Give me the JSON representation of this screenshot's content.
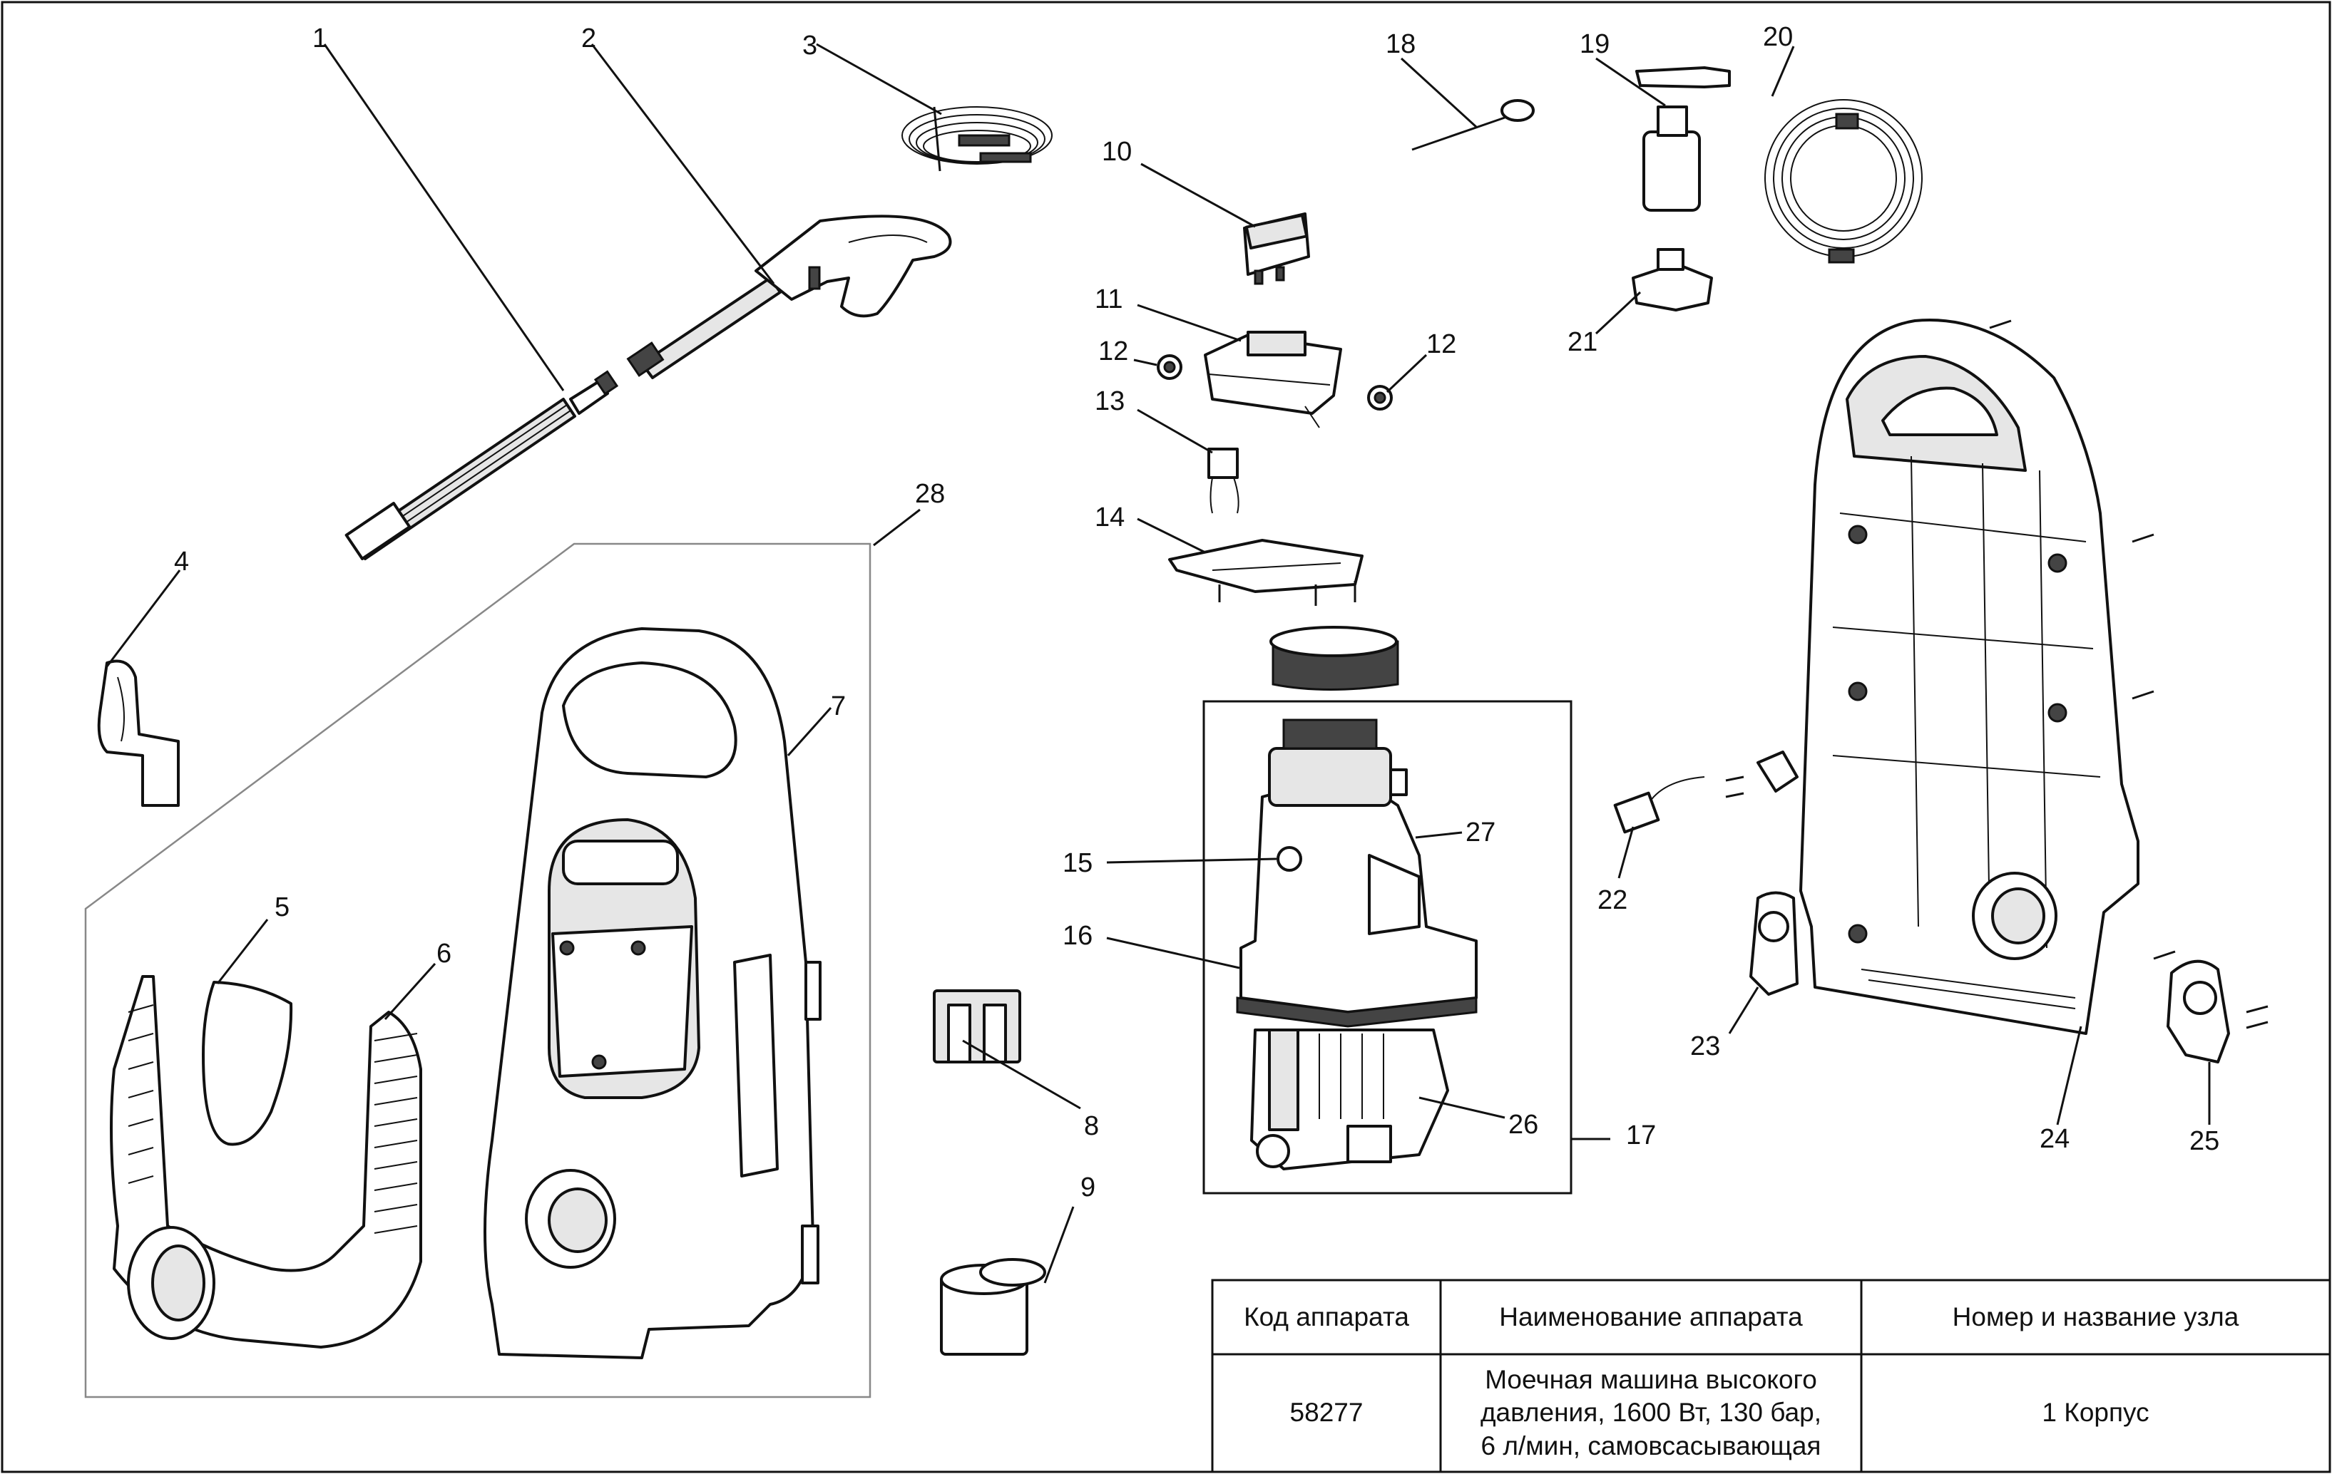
{
  "callouts": [
    "1",
    "2",
    "3",
    "4",
    "5",
    "6",
    "7",
    "8",
    "9",
    "10",
    "11",
    "12",
    "12",
    "13",
    "14",
    "15",
    "16",
    "17",
    "18",
    "19",
    "20",
    "21",
    "22",
    "23",
    "24",
    "25",
    "26",
    "27",
    "28"
  ],
  "table": {
    "headers": [
      "Код аппарата",
      "Наименование аппарата",
      "Номер и название узла"
    ],
    "row": {
      "code": "58277",
      "name_lines": [
        "Моечная машина высокого",
        "давления, 1600 Вт, 130 бар,",
        "6 л/мин, самовсасывающая"
      ],
      "unit": "1 Корпус"
    }
  }
}
